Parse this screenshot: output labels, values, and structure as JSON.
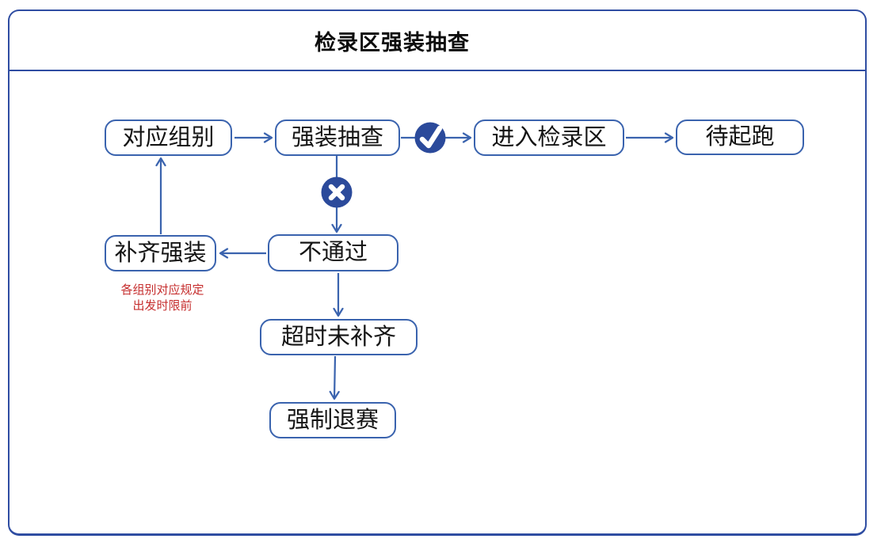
{
  "header": {
    "title": "检录区强装抽查"
  },
  "nodes": [
    {
      "id": "group",
      "label": "对应组别"
    },
    {
      "id": "inspect",
      "label": "强装抽查"
    },
    {
      "id": "checkin",
      "label": "进入检录区"
    },
    {
      "id": "wait",
      "label": "待起跑"
    },
    {
      "id": "replenish",
      "label": "补齐强装"
    },
    {
      "id": "fail",
      "label": "不通过"
    },
    {
      "id": "timeout",
      "label": "超时未补齐"
    },
    {
      "id": "withdraw",
      "label": "强制退赛"
    }
  ],
  "annotation": {
    "line1": "各组别对应规定",
    "line2": "出发时限前"
  },
  "icons": [
    {
      "name": "check-icon",
      "meaning": "通过（抽查合格）"
    },
    {
      "name": "cross-icon",
      "meaning": "不合格"
    }
  ],
  "edges": [
    {
      "from": "对应组别",
      "to": "强装抽查"
    },
    {
      "from": "强装抽查",
      "to": "进入检录区",
      "via": "check-icon"
    },
    {
      "from": "进入检录区",
      "to": "待起跑"
    },
    {
      "from": "强装抽查",
      "to": "不通过",
      "via": "cross-icon"
    },
    {
      "from": "不通过",
      "to": "补齐强装"
    },
    {
      "from": "补齐强装",
      "to": "对应组别"
    },
    {
      "from": "不通过",
      "to": "超时未补齐"
    },
    {
      "from": "超时未补齐",
      "to": "强制退赛"
    }
  ],
  "colors": {
    "frame_border": "#2f4da2",
    "node_border": "#3a63ae",
    "arrow": "#3a63ae",
    "icon_circle": "#2b4a9b",
    "annotation_red": "#c62f2f",
    "node_text": "#141414",
    "background": "#ffffff"
  }
}
